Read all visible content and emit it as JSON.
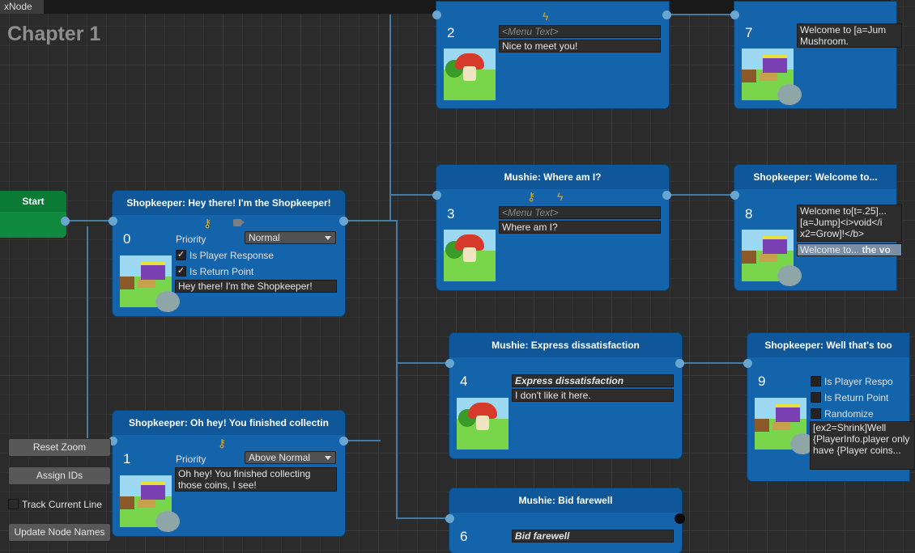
{
  "window": {
    "tab_title": "xNode",
    "menu_icon": "more-vert-icon",
    "maximize_icon": "maximize-icon",
    "close_icon": "close-icon"
  },
  "graph_title": "Chapter 1",
  "start_node": {
    "title": "Start"
  },
  "toolbar": {
    "reset_zoom": "Reset Zoom",
    "assign_ids": "Assign IDs",
    "track_current_line": "Track Current Line",
    "update_node_names": "Update Node Names"
  },
  "nodes": {
    "n0": {
      "title": "Shopkeeper: Hey there! I'm the Shopkeeper!",
      "id": "0",
      "priority_label": "Priority",
      "priority_value": "Normal",
      "is_player_response": "Is Player Response",
      "is_return_point": "Is Return Point",
      "text": "Hey there! I'm the Shopkeeper!"
    },
    "n1": {
      "title": "Shopkeeper: Oh hey! You finished collectin",
      "id": "1",
      "priority_label": "Priority",
      "priority_value": "Above Normal",
      "text": "Oh hey! You finished collecting those coins, I see!"
    },
    "n2": {
      "id": "2",
      "menu_placeholder": "<Menu Text>",
      "text": "Nice to meet you!"
    },
    "n3": {
      "title": "Mushie: Where am I?",
      "id": "3",
      "menu_placeholder": "<Menu Text>",
      "text": "Where am I?"
    },
    "n4": {
      "title": "Mushie: Express dissatisfaction",
      "id": "4",
      "menu_text": "Express dissatisfaction",
      "text": "I don't like it here."
    },
    "n6": {
      "title": "Mushie: Bid farewell",
      "id": "6",
      "menu_text": "Bid farewell"
    },
    "n7": {
      "id": "7",
      "text": "Welcome to [a=Jum Mushroom."
    },
    "n8": {
      "title": "Shopkeeper: Welcome to...",
      "id": "8",
      "text": "Welcome to[t=.25]... [a=Jump]<i>void</i x2=Grow]!</b>",
      "preview_prefix": "Welcome to...",
      "preview_bold": " the vo"
    },
    "n9": {
      "title": "Shopkeeper: Well that's too",
      "id": "9",
      "is_player_response": "Is Player Respo",
      "is_return_point": "Is Return Point",
      "randomize": "Randomize",
      "text": "[ex2=Shrink]Well {PlayerInfo.player only have {Player coins..."
    }
  }
}
